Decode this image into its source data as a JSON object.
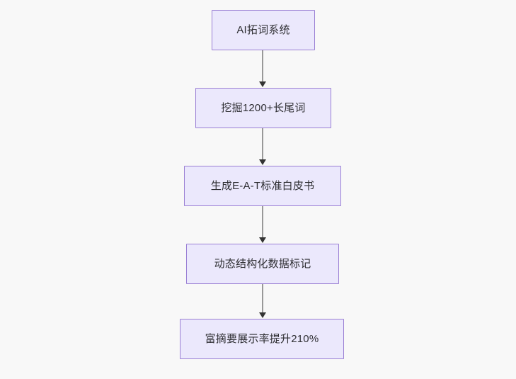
{
  "diagram": {
    "type": "flowchart",
    "direction": "top-to-bottom",
    "background_color": "#f8f8f8",
    "node_fill_color": "#ebe8fc",
    "node_border_color": "#9a7fd4",
    "node_text_color": "#2f2f33",
    "edge_line_color": "#999999",
    "arrowhead_color": "#333333",
    "nodes": [
      {
        "id": "node-0",
        "label": "AI拓词系统"
      },
      {
        "id": "node-1",
        "label": "挖掘1200+长尾词"
      },
      {
        "id": "node-2",
        "label": "生成E-A-T标准白皮书"
      },
      {
        "id": "node-3",
        "label": "动态结构化数据标记"
      },
      {
        "id": "node-4",
        "label": "富摘要展示率提升210%"
      }
    ],
    "edges": [
      {
        "id": "edge-0",
        "from": "node-0",
        "to": "node-1",
        "label": ""
      },
      {
        "id": "edge-1",
        "from": "node-1",
        "to": "node-2",
        "label": ""
      },
      {
        "id": "edge-2",
        "from": "node-2",
        "to": "node-3",
        "label": ""
      },
      {
        "id": "edge-3",
        "from": "node-3",
        "to": "node-4",
        "label": ""
      }
    ]
  }
}
